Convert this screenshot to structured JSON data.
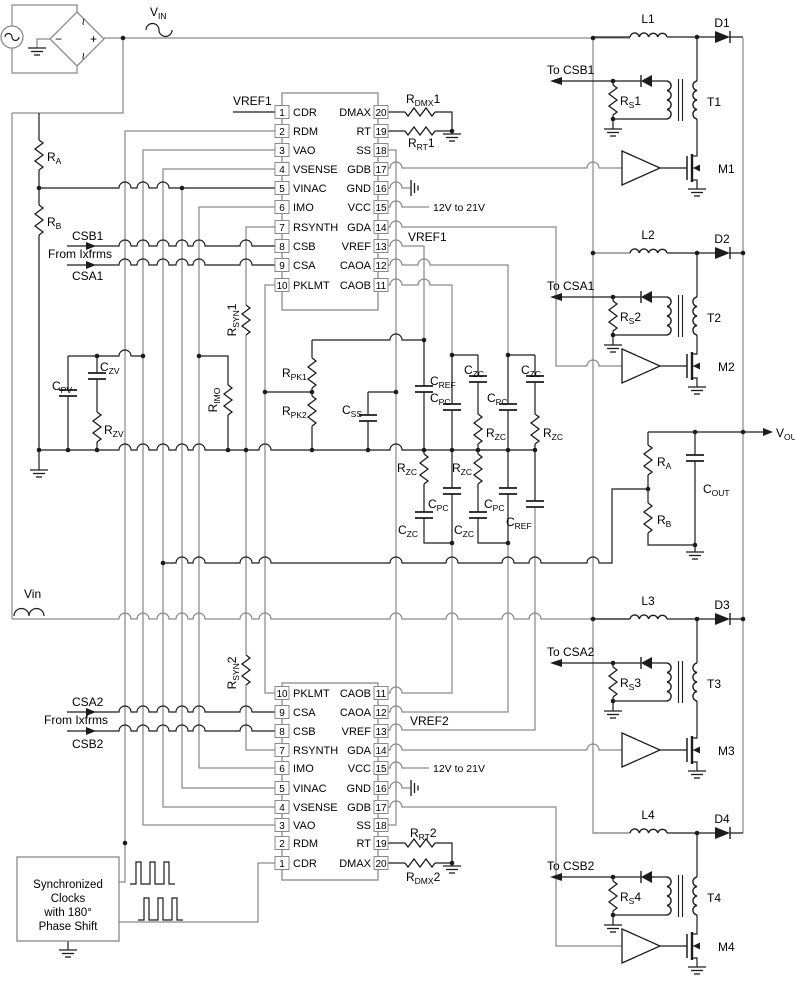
{
  "ic1": {
    "pins_left": [
      {
        "n": "1",
        "name": "CDR"
      },
      {
        "n": "2",
        "name": "RDM"
      },
      {
        "n": "3",
        "name": "VAO"
      },
      {
        "n": "4",
        "name": "VSENSE"
      },
      {
        "n": "5",
        "name": "VINAC"
      },
      {
        "n": "6",
        "name": "IMO"
      },
      {
        "n": "7",
        "name": "RSYNTH"
      },
      {
        "n": "8",
        "name": "CSB"
      },
      {
        "n": "9",
        "name": "CSA"
      },
      {
        "n": "10",
        "name": "PKLMT"
      }
    ],
    "pins_right": [
      {
        "n": "20",
        "name": "DMAX"
      },
      {
        "n": "19",
        "name": "RT"
      },
      {
        "n": "18",
        "name": "SS"
      },
      {
        "n": "17",
        "name": "GDB"
      },
      {
        "n": "16",
        "name": "GND"
      },
      {
        "n": "15",
        "name": "VCC"
      },
      {
        "n": "14",
        "name": "GDA"
      },
      {
        "n": "13",
        "name": "VREF"
      },
      {
        "n": "12",
        "name": "CAOA"
      },
      {
        "n": "11",
        "name": "CAOB"
      }
    ]
  },
  "ic2": {
    "pins_left": [
      {
        "n": "10",
        "name": "PKLMT"
      },
      {
        "n": "9",
        "name": "CSA"
      },
      {
        "n": "8",
        "name": "CSB"
      },
      {
        "n": "7",
        "name": "RSYNTH"
      },
      {
        "n": "6",
        "name": "IMO"
      },
      {
        "n": "5",
        "name": "VINAC"
      },
      {
        "n": "4",
        "name": "VSENSE"
      },
      {
        "n": "3",
        "name": "VAO"
      },
      {
        "n": "2",
        "name": "RDM"
      },
      {
        "n": "1",
        "name": "CDR"
      }
    ],
    "pins_right": [
      {
        "n": "11",
        "name": "CAOB"
      },
      {
        "n": "12",
        "name": "CAOA"
      },
      {
        "n": "13",
        "name": "VREF"
      },
      {
        "n": "14",
        "name": "GDA"
      },
      {
        "n": "15",
        "name": "VCC"
      },
      {
        "n": "16",
        "name": "GND"
      },
      {
        "n": "17",
        "name": "GDB"
      },
      {
        "n": "18",
        "name": "SS"
      },
      {
        "n": "19",
        "name": "RT"
      },
      {
        "n": "20",
        "name": "DMAX"
      }
    ]
  },
  "labels": {
    "vin_ac": {
      "pre": "V",
      "sub": "IN"
    },
    "vin_rect": "Vin",
    "vout": {
      "pre": "V",
      "sub": "OUT"
    },
    "ra": {
      "pre": "R",
      "sub": "A"
    },
    "rb": {
      "pre": "R",
      "sub": "B"
    },
    "csb1": "CSB1",
    "csa1": "CSA1",
    "csa2": "CSA2",
    "csb2": "CSB2",
    "from_ixfrms": "From Ixfrms",
    "vref1": "VREF1",
    "vref2": "VREF2",
    "vcc_range": "12V to 21V",
    "rdmx1": {
      "pre": "R",
      "sub": "DMX",
      "post": "1"
    },
    "rrt1": {
      "pre": "R",
      "sub": "RT",
      "post": "1"
    },
    "rrt2": {
      "pre": "R",
      "sub": "RT",
      "post": "2"
    },
    "rdmx2": {
      "pre": "R",
      "sub": "DMX",
      "post": "2"
    },
    "czv": {
      "pre": "C",
      "sub": "ZV"
    },
    "cpv": {
      "pre": "C",
      "sub": "PV"
    },
    "rzv": {
      "pre": "R",
      "sub": "ZV"
    },
    "rimo": {
      "pre": "R",
      "sub": "IMO"
    },
    "rsyn1": {
      "pre": "R",
      "sub": "SYN",
      "post": "1"
    },
    "rsyn2": {
      "pre": "R",
      "sub": "SYN",
      "post": "2"
    },
    "rpk1": {
      "pre": "R",
      "sub": "PK1"
    },
    "rpk2": {
      "pre": "R",
      "sub": "PK2"
    },
    "css": {
      "pre": "C",
      "sub": "SS"
    },
    "cref": {
      "pre": "C",
      "sub": "REF"
    },
    "czc": {
      "pre": "C",
      "sub": "ZC"
    },
    "cpc": {
      "pre": "C",
      "sub": "PC"
    },
    "rzc": {
      "pre": "R",
      "sub": "ZC"
    },
    "cout": {
      "pre": "C",
      "sub": "OUT"
    },
    "bridge_minus": "−",
    "bridge_plus": "+",
    "bridge_ac": "~"
  },
  "blocks": [
    {
      "ind": "L1",
      "diode": "D1",
      "xfmr": "T1",
      "fet": "M1",
      "rs": {
        "pre": "R",
        "sub": "S",
        "post": "1"
      },
      "to": "To CSB1"
    },
    {
      "ind": "L2",
      "diode": "D2",
      "xfmr": "T2",
      "fet": "M2",
      "rs": {
        "pre": "R",
        "sub": "S",
        "post": "2"
      },
      "to": "To CSA1"
    },
    {
      "ind": "L3",
      "diode": "D3",
      "xfmr": "T3",
      "fet": "M3",
      "rs": {
        "pre": "R",
        "sub": "S",
        "post": "3"
      },
      "to": "To CSA2"
    },
    {
      "ind": "L4",
      "diode": "D4",
      "xfmr": "T4",
      "fet": "M4",
      "rs": {
        "pre": "R",
        "sub": "S",
        "post": "4"
      },
      "to": "To CSB2"
    }
  ],
  "clock_box": {
    "line1": "Synchronized",
    "line2": "Clocks",
    "line3": "with 180°",
    "line4": "Phase Shift"
  }
}
